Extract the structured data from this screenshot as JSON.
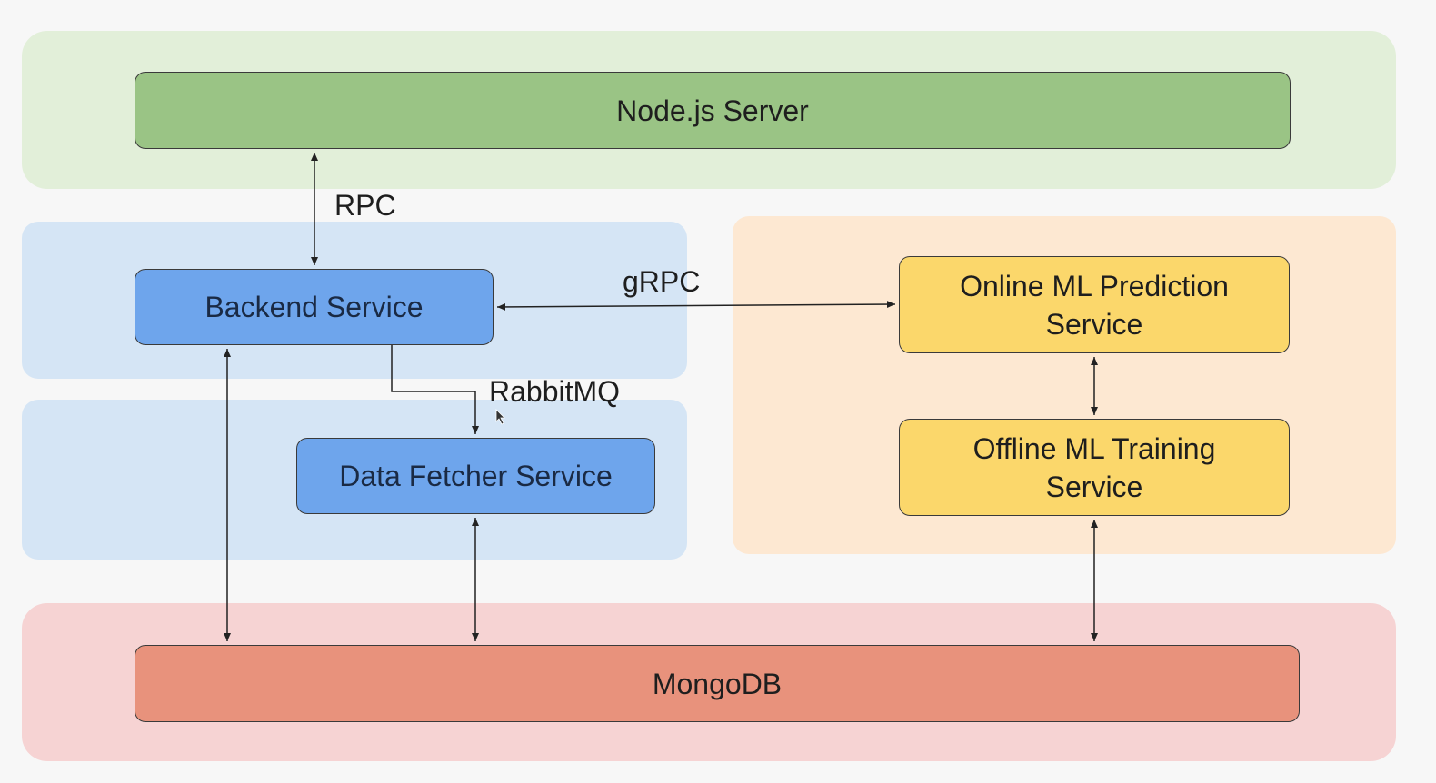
{
  "nodes": {
    "node_server": "Node.js Server",
    "backend": "Backend Service",
    "data_fetcher": "Data Fetcher Service",
    "online_ml": "Online ML Prediction\nService",
    "offline_ml": "Offline ML Training\nService",
    "mongodb": "MongoDB"
  },
  "edge_labels": {
    "rpc": "RPC",
    "grpc": "gRPC",
    "rabbitmq": "RabbitMQ"
  },
  "colors": {
    "node_server": "#9ac485",
    "service": "#6ea5ec",
    "ml": "#fbd76b",
    "database": "#e8927c"
  }
}
